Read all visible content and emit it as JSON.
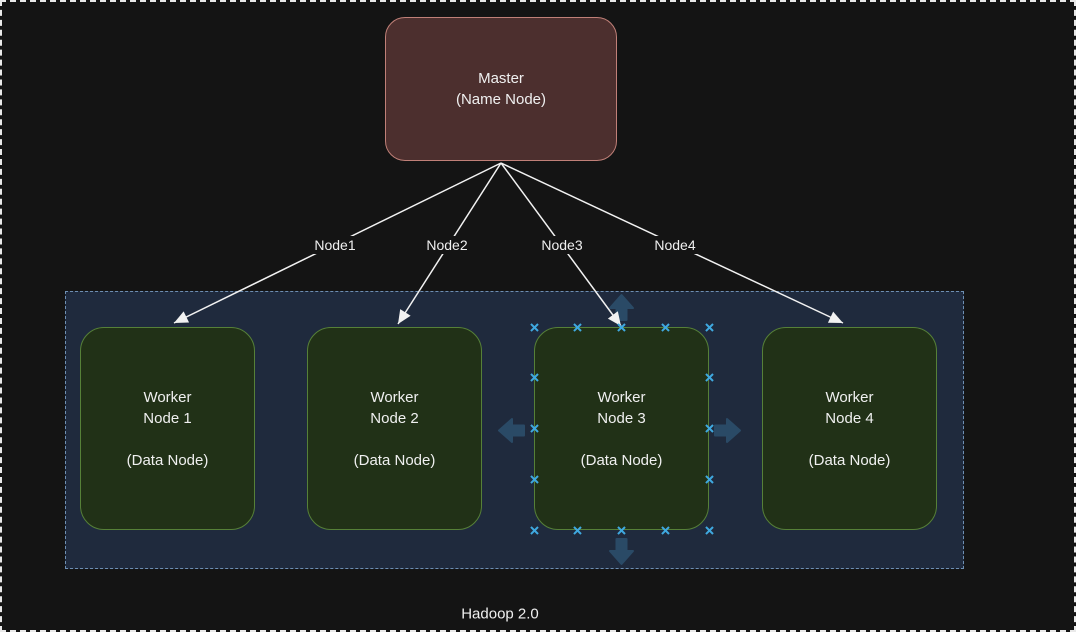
{
  "diagram": {
    "master": {
      "label": "Master\n(Name Node)"
    },
    "edges": [
      {
        "label": "Node1"
      },
      {
        "label": "Node2"
      },
      {
        "label": "Node3"
      },
      {
        "label": "Node4"
      }
    ],
    "workers": [
      {
        "label": "Worker\nNode 1\n\n(Data Node)",
        "selected": false
      },
      {
        "label": "Worker\nNode 2\n\n(Data Node)",
        "selected": false
      },
      {
        "label": "Worker\nNode 3\n\n(Data Node)",
        "selected": true
      },
      {
        "label": "Worker\nNode 4\n\n(Data Node)",
        "selected": false
      }
    ],
    "caption": "Hadoop 2.0"
  },
  "icons": {
    "connection_point": "cross-handle",
    "direction_up": "arrow-up",
    "direction_down": "arrow-down",
    "direction_left": "arrow-left",
    "direction_right": "arrow-right"
  },
  "colors": {
    "canvas-bg": "#141414",
    "page-border": "#e9e9e9",
    "master-fill": "#4c2f2e",
    "master-stroke": "#c08078",
    "worker-fill": "#213117",
    "worker-stroke": "#568038",
    "container-fill": "#1f2a3d",
    "container-stroke": "#6e8fb3",
    "edge-color": "#f2f2f2",
    "text-color": "#f0f0f0",
    "handle-color": "#3fa9e0",
    "nav-arrow-color": "#2a4a66"
  }
}
